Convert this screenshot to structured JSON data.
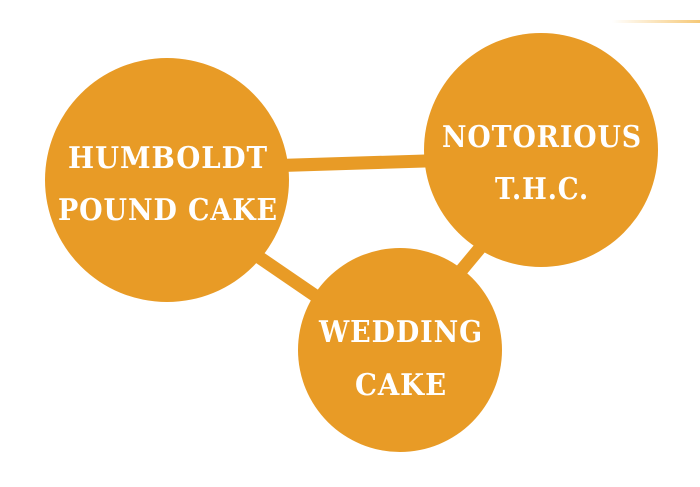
{
  "colors": {
    "node_fill": "#E89B26",
    "text": "#FFFFFF",
    "background": "#FFFFFF",
    "accent_line": "#F6C978"
  },
  "nodes": [
    {
      "id": "humboldt",
      "lines": [
        "HUMBOLDT",
        "POUND CAKE"
      ]
    },
    {
      "id": "notorious",
      "lines": [
        "NOTORIOUS",
        "T.H.C."
      ]
    },
    {
      "id": "wedding",
      "lines": [
        "WEDDING",
        "CAKE"
      ]
    }
  ],
  "edges": [
    {
      "from": "humboldt",
      "to": "notorious"
    },
    {
      "from": "humboldt",
      "to": "wedding"
    },
    {
      "from": "notorious",
      "to": "wedding"
    }
  ]
}
